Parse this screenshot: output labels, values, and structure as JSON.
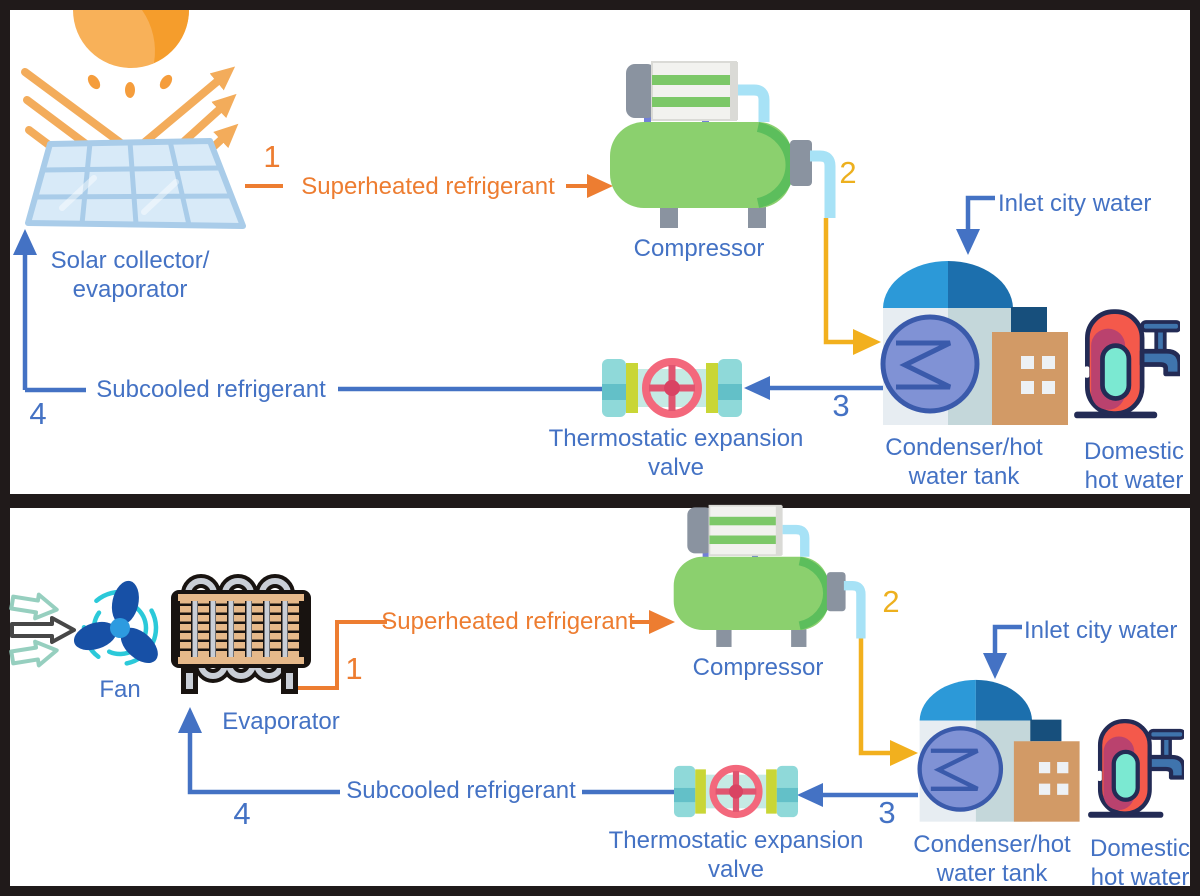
{
  "colors": {
    "label_blue": "#4472C4",
    "flow_orange": "#ED7D31",
    "flow_yellow": "#F2B01E",
    "flow_blue": "#4472C4",
    "frame_black": "#201a1a"
  },
  "top": {
    "collector_line1": "Solar collector/",
    "collector_line2": "evaporator",
    "superheated": "Superheated refrigerant",
    "compressor": "Compressor",
    "inlet": "Inlet city water",
    "valve_line1": "Thermostatic expansion",
    "valve_line2": "valve",
    "subcooled": "Subcooled refrigerant",
    "condenser_line1": "Condenser/hot",
    "condenser_line2": "water tank",
    "domestic_line1": "Domestic",
    "domestic_line2": "hot water",
    "n1": "1",
    "n2": "2",
    "n3": "3",
    "n4": "4"
  },
  "bottom": {
    "fan": "Fan",
    "evaporator": "Evaporator",
    "superheated": "Superheated refrigerant",
    "compressor": "Compressor",
    "inlet": "Inlet city water",
    "valve_line1": "Thermostatic expansion",
    "valve_line2": "valve",
    "subcooled": "Subcooled refrigerant",
    "condenser_line1": "Condenser/hot",
    "condenser_line2": "water tank",
    "domestic_line1": "Domestic",
    "domestic_line2": "hot water",
    "n1": "1",
    "n2": "2",
    "n3": "3",
    "n4": "4"
  },
  "icons": {
    "sun": "sun-icon",
    "solar_rays": "solar-rays-icon",
    "solar_panel": "solar-panel-icon",
    "compressor": "compressor-icon",
    "condenser_tank": "condenser-tank-icon",
    "expansion_valve": "expansion-valve-icon",
    "water_tap": "water-tap-icon",
    "fan": "fan-icon",
    "evaporator_coil": "evaporator-coil-icon",
    "air_flow": "air-flow-arrows-icon"
  }
}
